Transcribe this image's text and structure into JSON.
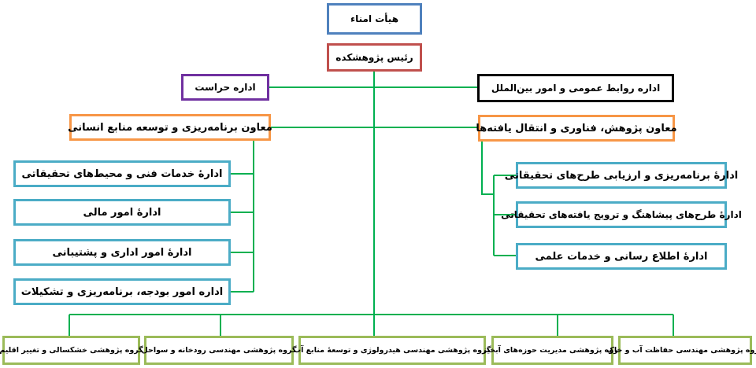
{
  "top": {
    "board": "هیأت امناء",
    "head": "رئیس پژوهشکده"
  },
  "staff": {
    "security": "اداره حراست",
    "public_relations": "اداره روابط عمومی و امور بین‌الملل"
  },
  "deputies": {
    "planning": "معاون برنامه‌ریزی و توسعه منابع انسانی",
    "research": "معاون پژوهش، فناوری و انتقال یافته‌ها"
  },
  "planning_units": [
    "ادارهٔ خدمات فنی و محیط‌های تحقیقاتی",
    "ادارهٔ امور مالی",
    "ادارهٔ امور اداری و پشتیبانی",
    "اداره امور بودجه، برنامه‌ریزی و تشکیلات"
  ],
  "research_units": [
    "ادارهٔ برنامه‌ریزی و ارزیابی طرح‌های تحقیقاتی",
    "ادارهٔ طرح‌های پیشاهنگ و ترویج یافته‌های تحقیقاتی",
    "ادارهٔ اطلاع رسانی و خدمات علمی"
  ],
  "groups": [
    "گروه پژوهشی خشکسالی و تغییر اقلیم",
    "گروه پژوهشی مهندسی رودخانه و سواحل",
    "گروه پژوهشی مهندسی هیدرولوژی و توسعهٔ منابع آب",
    "گروه پژوهشی مدیریت حوزه‌های آبخیز",
    "گروه پژوهشی مهندسی حفاظت آب و خاک"
  ],
  "colors": {
    "line": "#00b050",
    "board": "#4f81bd",
    "head": "#c0504d",
    "security": "#7030a0",
    "pr": "#000000",
    "deputy": "#f79646",
    "unit": "#4bacc6",
    "group": "#9bbb59"
  }
}
